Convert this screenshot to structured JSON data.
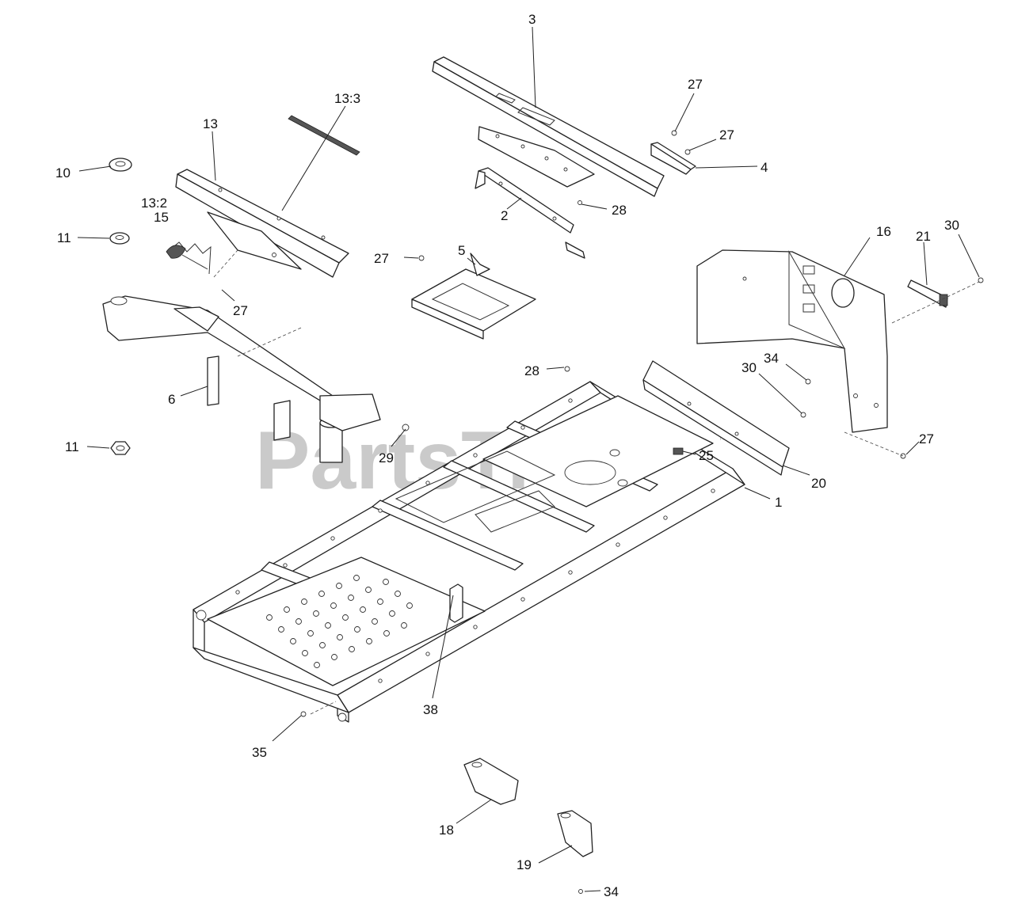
{
  "watermark": {
    "text": "PartsTree",
    "tm": "™"
  },
  "callouts": [
    {
      "id": "c-3",
      "text": "3"
    },
    {
      "id": "c-27a",
      "text": "27"
    },
    {
      "id": "c-27b",
      "text": "27"
    },
    {
      "id": "c-4",
      "text": "4"
    },
    {
      "id": "c-13-3",
      "text": "13:3"
    },
    {
      "id": "c-13",
      "text": "13"
    },
    {
      "id": "c-10",
      "text": "10"
    },
    {
      "id": "c-13-2",
      "text": "13:2"
    },
    {
      "id": "c-15",
      "text": "15"
    },
    {
      "id": "c-11a",
      "text": "11"
    },
    {
      "id": "c-28a",
      "text": "28"
    },
    {
      "id": "c-2",
      "text": "2"
    },
    {
      "id": "c-27c",
      "text": "27"
    },
    {
      "id": "c-5",
      "text": "5"
    },
    {
      "id": "c-27d",
      "text": "27"
    },
    {
      "id": "c-16",
      "text": "16"
    },
    {
      "id": "c-21",
      "text": "21"
    },
    {
      "id": "c-30a",
      "text": "30"
    },
    {
      "id": "c-6",
      "text": "6"
    },
    {
      "id": "c-28b",
      "text": "28"
    },
    {
      "id": "c-34a",
      "text": "34"
    },
    {
      "id": "c-30b",
      "text": "30"
    },
    {
      "id": "c-11b",
      "text": "11"
    },
    {
      "id": "c-29",
      "text": "29"
    },
    {
      "id": "c-25",
      "text": "25"
    },
    {
      "id": "c-27e",
      "text": "27"
    },
    {
      "id": "c-20",
      "text": "20"
    },
    {
      "id": "c-1",
      "text": "1"
    },
    {
      "id": "c-38",
      "text": "38"
    },
    {
      "id": "c-35",
      "text": "35"
    },
    {
      "id": "c-18",
      "text": "18"
    },
    {
      "id": "c-19",
      "text": "19"
    },
    {
      "id": "c-34b",
      "text": "34"
    }
  ]
}
